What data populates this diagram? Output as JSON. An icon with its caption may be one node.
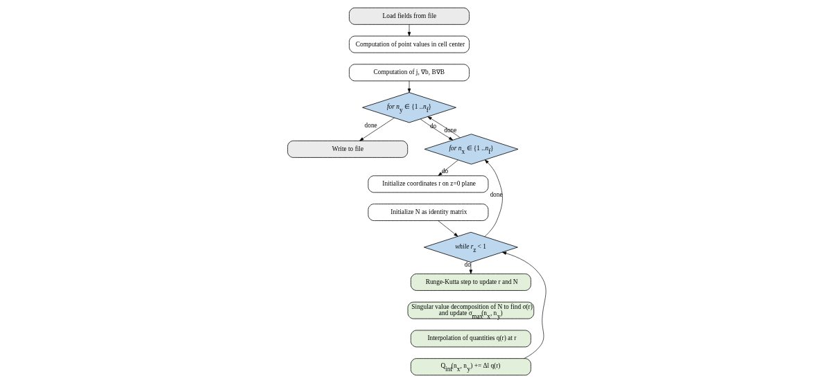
{
  "diagram": {
    "nodes": [
      {
        "text": [
          "Load fields from file"
        ]
      },
      {
        "text": [
          "Computation of point values in cell center"
        ]
      },
      {
        "text": [
          "Computation of j, ∇b, B∇B"
        ]
      },
      {
        "text": [
          "*for n*$_{y}$ ∈ {1 ..*n*$_{f}$}"
        ]
      },
      {
        "text": [
          "Write to file"
        ]
      },
      {
        "text": [
          "*for n*$_{x}$ ∈ {1 ..*n*$_{f}$}"
        ]
      },
      {
        "text": [
          "Initialize coordinates r on z=0 plane"
        ]
      },
      {
        "text": [
          "Initialize N as identity matrix"
        ]
      },
      {
        "text": [
          "*while r*$_{z}$ < 1"
        ]
      },
      {
        "text": [
          "Runge-Kutta step to update r and N"
        ]
      },
      {
        "text": [
          "Singular value decomposition of N to find σ(r) and update σ$_{max}$(n$_{x}$, n$_{y}$)"
        ]
      },
      {
        "text": [
          "Interpolation of quantities q(r) at r"
        ]
      },
      {
        "text": [
          "Q$_{int}$(n$_{x}$, n$_{y}$) += Δl q(r)"
        ]
      }
    ],
    "edges": [
      {
        "from": 0,
        "to": 1,
        "arrow": "to"
      },
      {
        "from": 2,
        "to": 3,
        "arrow": "to"
      },
      {
        "from": 3,
        "to": 4,
        "arrow": "to",
        "label": "done"
      },
      {
        "from": 3,
        "to": 5,
        "arrow": "to",
        "label": "do"
      },
      {
        "from": 5,
        "to": 3,
        "arrow": "to",
        "label": "done"
      },
      {
        "from": 5,
        "to": 6,
        "arrow": "to",
        "label": "do"
      },
      {
        "from": 7,
        "to": 8,
        "arrow": "to"
      },
      {
        "from": 8,
        "to": 5,
        "arrow": "to",
        "label": "done"
      },
      {
        "from": 8,
        "to": 9,
        "arrow": "to",
        "label": "do"
      },
      {
        "from": 12,
        "to": 8,
        "arrow": "to"
      }
    ]
  }
}
